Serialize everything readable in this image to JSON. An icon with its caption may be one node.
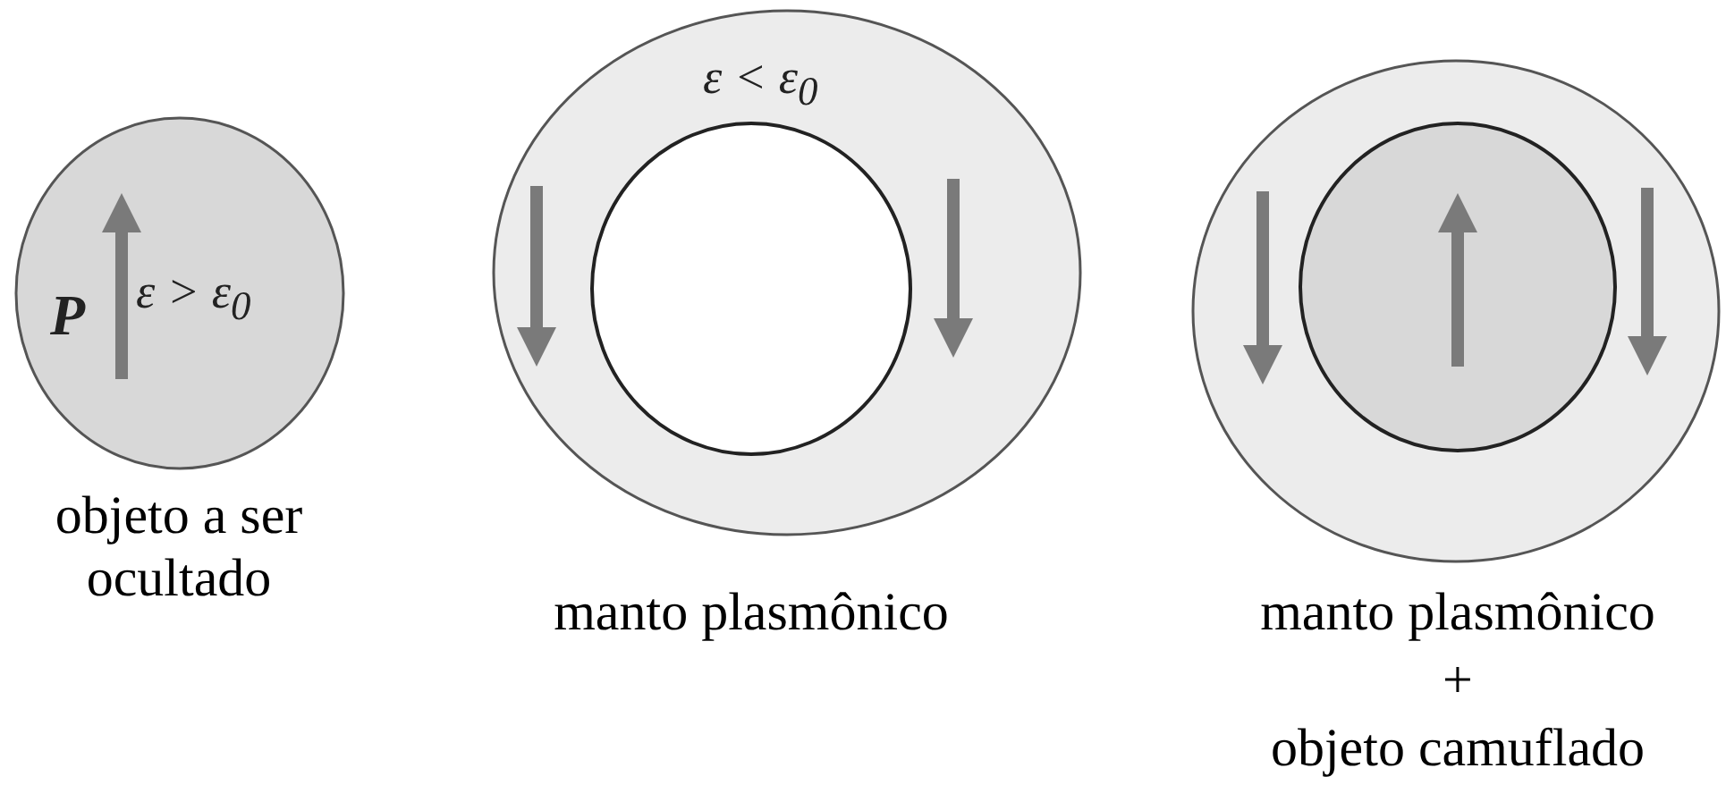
{
  "diagram": {
    "nodes": [
      {
        "text": [
          "P",
          "ε > ε$_{0}$"
        ],
        "beside": [
          "objeto a ser ocultado"
        ]
      },
      {
        "text": [
          "ε < ε$_{0}$"
        ],
        "beside": [
          "manto plasmônico"
        ]
      },
      {
        "text": [],
        "shape": "circle",
        "in": 1
      },
      {
        "text": [],
        "shape": "circle",
        "beside": [
          "manto plasmônico",
          "+",
          "objeto camuflado"
        ]
      },
      {
        "text": [],
        "shape": "circle",
        "in": 3
      }
    ]
  }
}
